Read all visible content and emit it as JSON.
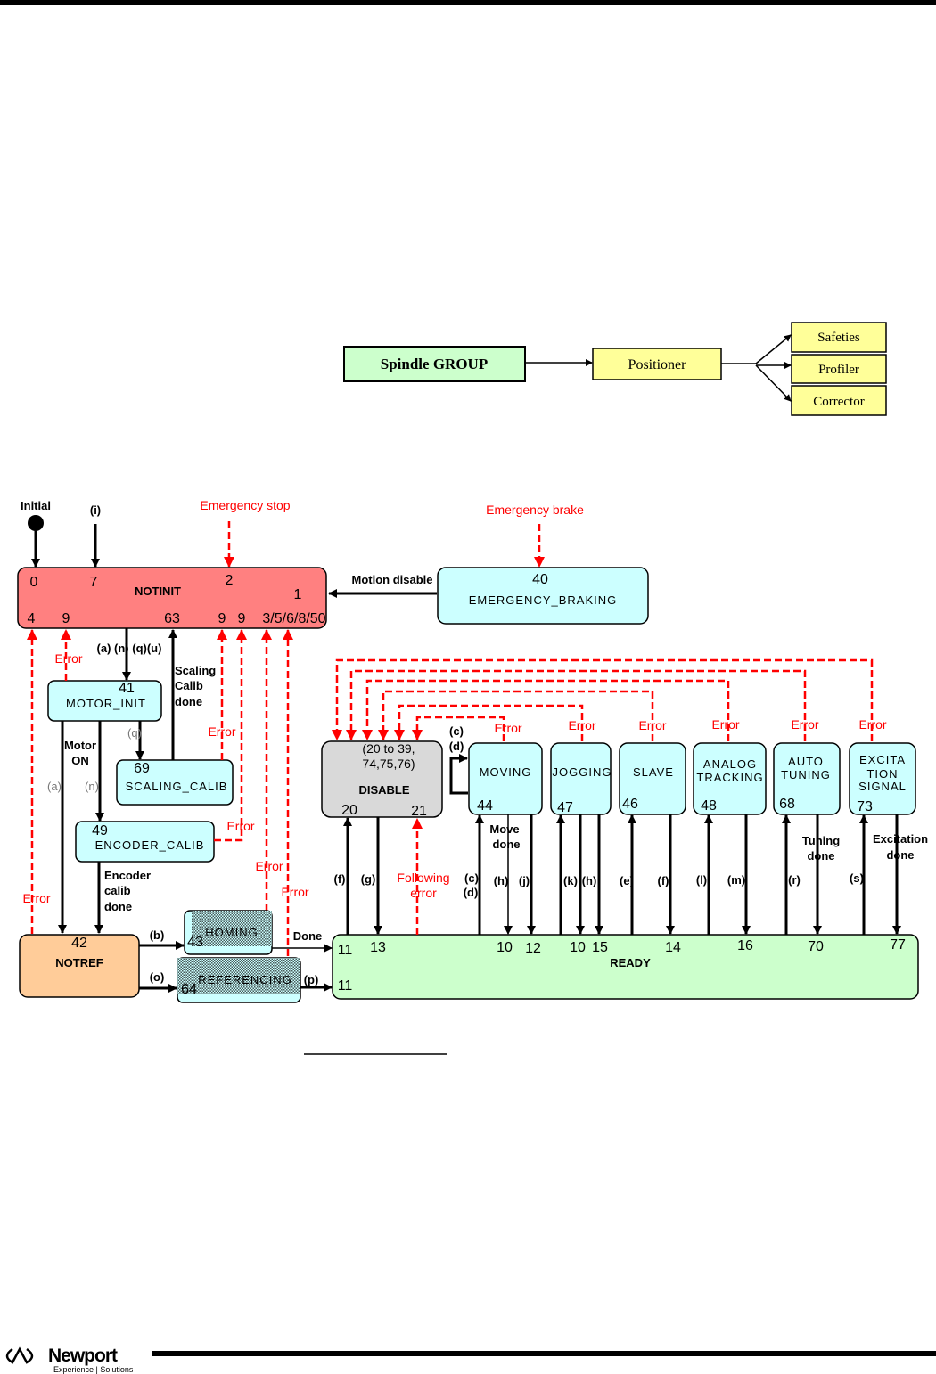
{
  "hierarchy": {
    "group": "Spindle GROUP",
    "positioner": "Positioner",
    "children": [
      "Safeties",
      "Profiler",
      "Corrector"
    ],
    "colors": {
      "group": "#ccffcc",
      "positioner": "#ffff99"
    }
  },
  "states": {
    "notinit": {
      "name": "NOTINIT",
      "color": "#ff8080",
      "numbers": [
        "0",
        "7",
        "2",
        "1",
        "4",
        "9",
        "63",
        "9",
        "9",
        "3/5/6/8/50"
      ]
    },
    "emergency_braking": {
      "name": "EMERGENCY_BRAKING",
      "number": "40"
    },
    "motor_init": {
      "name": "MOTOR_INIT",
      "number": "41"
    },
    "scaling_calib": {
      "name": "SCALING_CALIB",
      "number": "69"
    },
    "encoder_calib": {
      "name": "ENCODER_CALIB",
      "number": "49"
    },
    "notref": {
      "name": "NOTREF",
      "number": "42",
      "color": "#ffcc99"
    },
    "homing": {
      "name": "HOMING",
      "number": "43"
    },
    "referencing": {
      "name": "REFERENCING",
      "number": "64"
    },
    "disable": {
      "name": "DISABLE",
      "range1": "(20 to 39,",
      "range2": "74,75,76)",
      "in": "20",
      "out": "21",
      "color": "#d9d9d9"
    },
    "ready": {
      "name": "READY",
      "color": "#ccffcc",
      "numbers": [
        "11",
        "13",
        "11",
        "10",
        "12",
        "10",
        "15",
        "14",
        "16",
        "70",
        "77"
      ]
    },
    "moving": {
      "name": "MOVING",
      "number": "44"
    },
    "jogging": {
      "name": "JOGGING",
      "number": "47"
    },
    "slave": {
      "name": "SLAVE",
      "number": "46"
    },
    "analog_tracking": {
      "line1": "ANALOG",
      "line2": "TRACKING",
      "number": "48"
    },
    "auto_tuning": {
      "line1": "AUTO",
      "line2": "TUNING",
      "number": "68"
    },
    "excitation_signal": {
      "line1": "EXCITA",
      "line2": "TION",
      "line3": "SIGNAL",
      "number": "73"
    },
    "state_color": "#ccffff"
  },
  "labels": {
    "initial": "Initial",
    "i": "(i)",
    "emergency_stop": "Emergency stop",
    "emergency_brake": "Emergency brake",
    "motion_disable": "Motion disable",
    "a_n_q_u": "(a) (n) (q)(u)",
    "scaling_done": [
      "Scaling",
      "Calib",
      "done"
    ],
    "q": "(q)",
    "a": "(a)",
    "n": "(n)",
    "motor_on": [
      "Motor",
      "ON"
    ],
    "encoder_done": [
      "Encoder",
      "calib",
      "done"
    ],
    "error": "Error",
    "b": "(b)",
    "o": "(o)",
    "done": "Done",
    "p": "(p)",
    "f": "(f)",
    "g": "(g)",
    "following_error": [
      "Following",
      "error"
    ],
    "c": "(c)",
    "d": "(d)",
    "move_done": [
      "Move",
      "done"
    ],
    "h": "(h)",
    "j": "(j)",
    "k": "(k)",
    "e": "(e)",
    "f2": "(f)",
    "l": "(l)",
    "m": "(m)",
    "r": "(r)",
    "s": "(s)",
    "tuning_done": [
      "Tuning",
      "done"
    ],
    "excitation_done": [
      "Excitation",
      "done"
    ]
  },
  "footer": {
    "brand": "Newport",
    "tagline": "Experience | Solutions"
  },
  "colors": {
    "error": "#ff0000",
    "state": "#ccffff"
  }
}
